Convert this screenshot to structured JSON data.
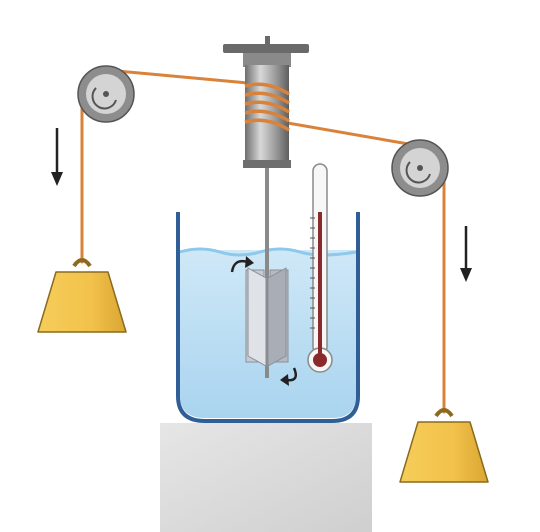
{
  "colors": {
    "background": "#ffffff",
    "string": "#d9823a",
    "pulley_outer": "#8d8d8d",
    "pulley_inner": "#d4d4d4",
    "weight_fill": "#f2c24b",
    "weight_stroke": "#8a6a1e",
    "water": "#b9dcf2",
    "water_surface": "#7fc0e8",
    "beaker_wall": "#2f5f96",
    "base_block": "#dcdcdc",
    "drum": "#a8a8a8",
    "drum_dark": "#6e6e6e",
    "paddle": "#c8ccd2",
    "thermometer_liquid": "#8b2a2a",
    "arrow": "#222222"
  },
  "diagram": {
    "components": [
      "left-pulley",
      "right-pulley",
      "left-weight",
      "right-weight",
      "winding-drum",
      "stirring-shaft",
      "paddle-wheel",
      "thermometer",
      "water-beaker",
      "base-block",
      "left-down-arrow",
      "right-down-arrow",
      "rotation-arrow-upper",
      "rotation-arrow-lower"
    ]
  }
}
